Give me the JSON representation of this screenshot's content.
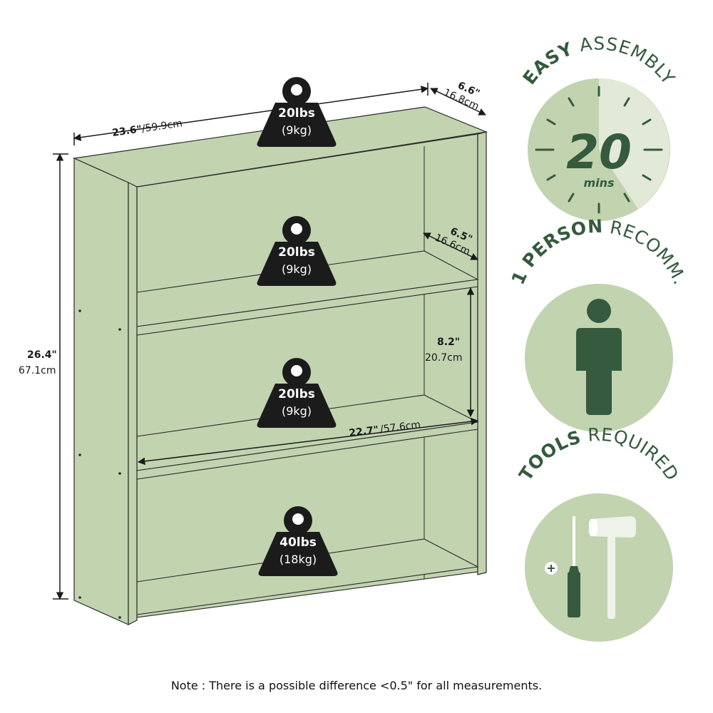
{
  "colors": {
    "shelf_fill": "#c2d3b0",
    "shelf_edge": "#2a2a2a",
    "circle_fill": "#c2d3b0",
    "circle_light": "#e2ead7",
    "dark_green": "#355a3e",
    "badge": "#1b1b1b"
  },
  "dimensions": {
    "width_in": "23.6\"",
    "width_cm": "/59.9cm",
    "depth_in": "6.6\"",
    "depth_cm": "16.8cm",
    "height_in": "26.4\"",
    "height_cm": "67.1cm",
    "inner_depth_in": "6.5\"",
    "inner_depth_cm": "16.6cm",
    "shelf_height_in": "8.2\"",
    "shelf_height_cm": "20.7cm",
    "inner_width_in": "22.7\"",
    "inner_width_cm": "/57.6cm"
  },
  "weights": [
    {
      "load": "20lbs",
      "metric": "(9kg)"
    },
    {
      "load": "20lbs",
      "metric": "(9kg)"
    },
    {
      "load": "20lbs",
      "metric": "(9kg)"
    },
    {
      "load": "40lbs",
      "metric": "(18kg)"
    }
  ],
  "features": {
    "assembly": {
      "bold": "EASY",
      "rest": " ASSEMBLY",
      "minutes": "20",
      "unit": "mins",
      "icon": "timer-icon"
    },
    "person": {
      "bold": "1 PERSON",
      "rest": " RECOMM.",
      "icon": "person-icon"
    },
    "tools": {
      "bold": "TOOLS",
      "rest": " REQUIRED",
      "icon": "tools-icon"
    }
  },
  "note": "Note : There is a possible difference <0.5\" for all measurements."
}
